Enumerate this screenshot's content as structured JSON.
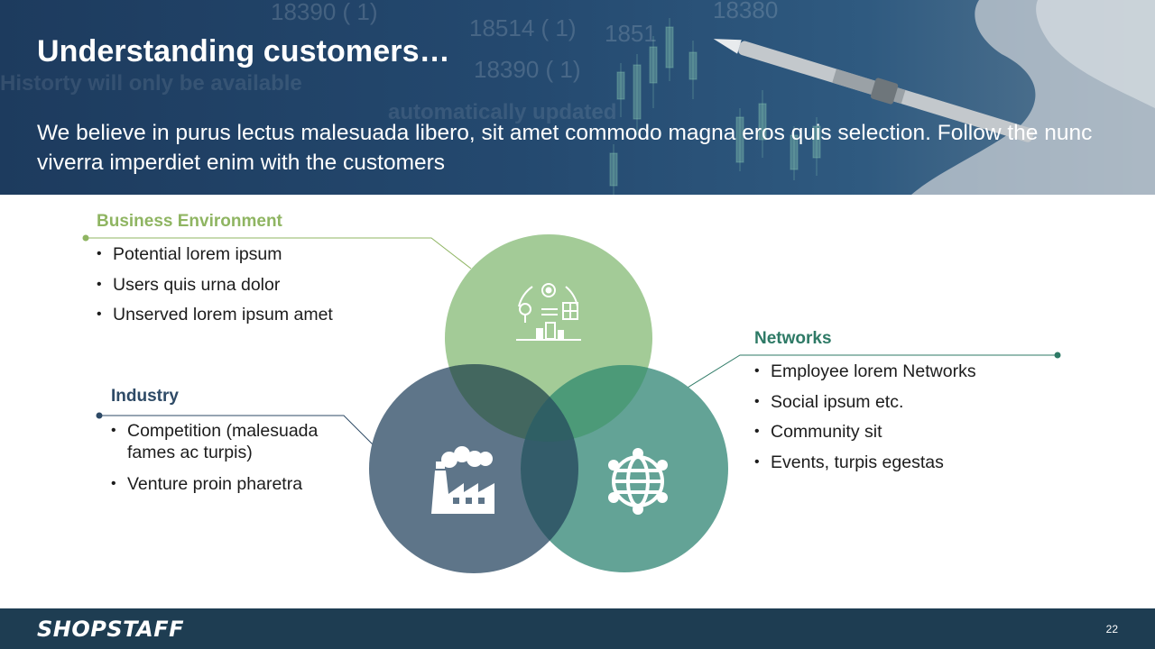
{
  "slide": {
    "title": "Understanding customers…",
    "subtitle": "We believe in purus lectus malesuada libero, sit amet commodo magna eros quis selection. Follow the nunc viverra imperdiet enim with the customers",
    "page_number": "22",
    "logo_text": "SHOPSTAFF"
  },
  "header_background": {
    "numbers": [
      "18390 ( 1)",
      "18514 ( 1)",
      "18390 ( 1)",
      "1851",
      "18380"
    ],
    "ticker_text": [
      "Historty will only be available",
      "automatically updated"
    ]
  },
  "diagram": {
    "business_environment": {
      "title": "Business Environment",
      "items": [
        "Potential lorem ipsum",
        "Users quis urna dolor",
        "Unserved lorem ipsum amet"
      ],
      "color": "#8fb562",
      "icon": "business-environment-icon"
    },
    "industry": {
      "title": "Industry",
      "items": [
        "Competition (malesuada fames ac turpis)",
        "Venture proin pharetra"
      ],
      "color": "#2e4a66",
      "icon": "factory-icon"
    },
    "networks": {
      "title": "Networks",
      "items": [
        "Employee lorem Networks",
        "Social ipsum etc.",
        "Community sit",
        "Events, turpis egestas"
      ],
      "color": "#2e7a66",
      "icon": "globe-network-icon"
    }
  },
  "colors": {
    "header": "#24496f",
    "footer": "#1e3d52",
    "circle_top": "#a3cb97",
    "circle_left": "#5e7589",
    "circle_right": "#63a396"
  }
}
